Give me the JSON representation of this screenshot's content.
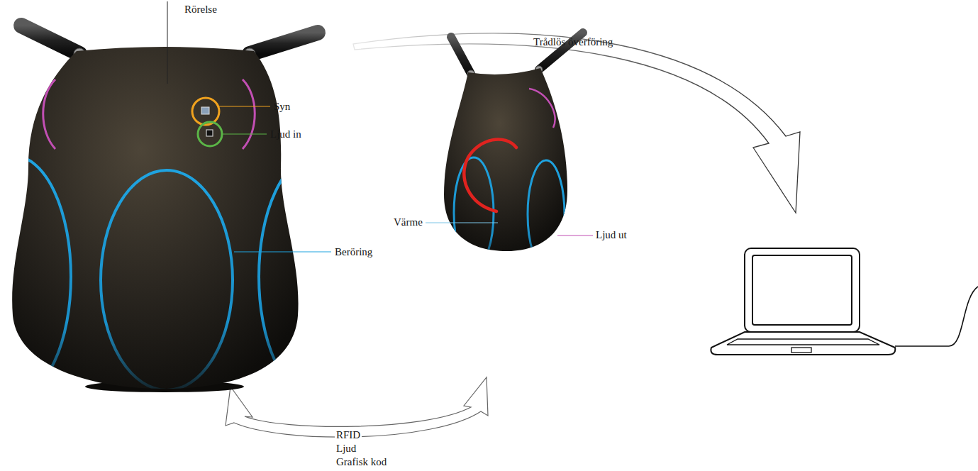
{
  "diagram": {
    "labels": [
      "Rörelse",
      "Trådlös överföring",
      "Syn",
      "Ljud in",
      "Värme",
      "Ljud ut",
      "Beröring",
      "RFID",
      "Ljud",
      "Grafisk kod"
    ]
  }
}
